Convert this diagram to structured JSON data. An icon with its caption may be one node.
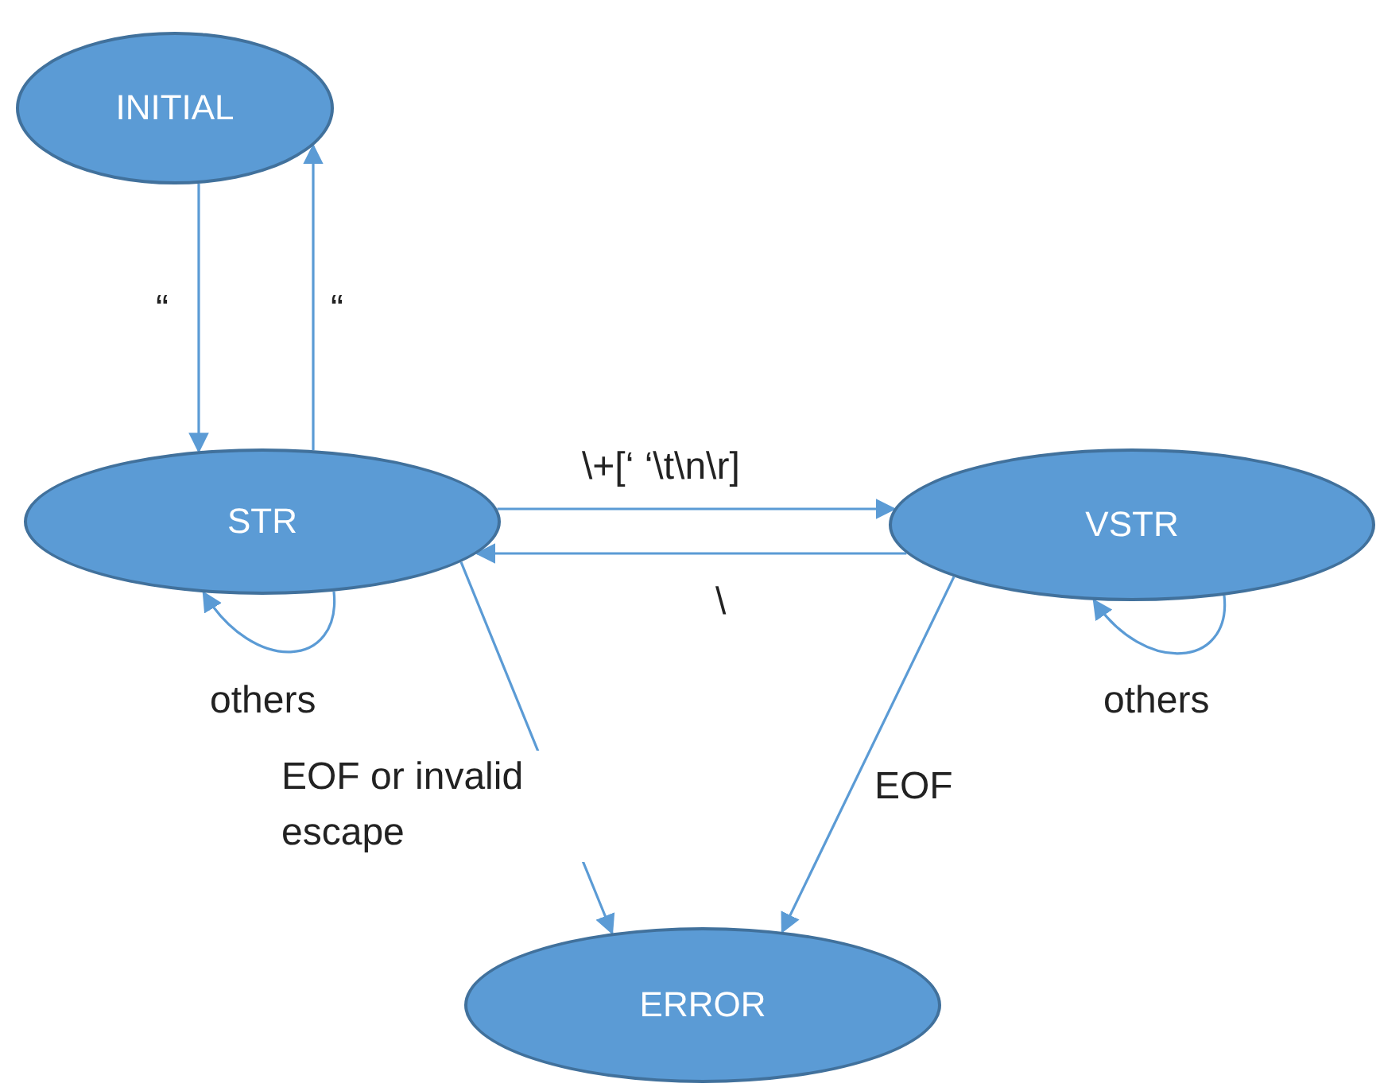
{
  "diagram": {
    "nodes": [
      {
        "text": [
          "INITIAL"
        ]
      },
      {
        "text": [
          "STR"
        ]
      },
      {
        "text": [
          "VSTR"
        ]
      },
      {
        "text": [
          "ERROR"
        ]
      }
    ],
    "edges": [
      {
        "from": 0,
        "to": 1,
        "arrow": "to",
        "label": "“"
      },
      {
        "from": 1,
        "to": 0,
        "arrow": "to",
        "label": "“"
      },
      {
        "from": 1,
        "to": 2,
        "arrow": "to",
        "label": "\\+[‘ ‘\\t\\n\\r]"
      },
      {
        "from": 2,
        "to": 1,
        "arrow": "to",
        "label": "\\"
      },
      {
        "from": 1,
        "to": 1,
        "arrow": "to",
        "label": "others"
      },
      {
        "from": 2,
        "to": 2,
        "arrow": "to",
        "label": "others"
      },
      {
        "from": 1,
        "to": 3,
        "arrow": "to",
        "label": "EOF or invalid escape"
      },
      {
        "from": 2,
        "to": 3,
        "arrow": "to",
        "label": "EOF"
      }
    ]
  }
}
